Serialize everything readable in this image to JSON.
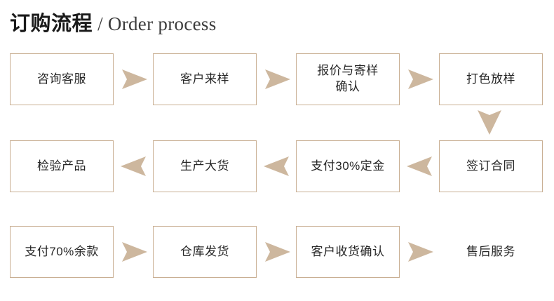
{
  "page": {
    "title_zh": "订购流程",
    "title_en": " / Order process",
    "accent_color": "#c9af93",
    "arrow_color": "#cdb79e",
    "text_color": "#262626",
    "background": "#ffffff"
  },
  "flow": {
    "rows": [
      {
        "direction": "left-to-right",
        "steps": [
          {
            "label": "咨询客服",
            "boxed": true
          },
          {
            "label": "客户来样",
            "boxed": true
          },
          {
            "label": "报价与寄样\n确认",
            "boxed": true
          },
          {
            "label": "打色放样",
            "boxed": true
          }
        ],
        "connectors": [
          "arrow-right",
          "arrow-right",
          "arrow-right"
        ]
      },
      {
        "direction": "right-to-left",
        "steps": [
          {
            "label": "检验产品",
            "boxed": true
          },
          {
            "label": "生产大货",
            "boxed": true
          },
          {
            "label": "支付30%定金",
            "boxed": true
          },
          {
            "label": "签订合同",
            "boxed": true
          }
        ],
        "connectors": [
          "arrow-left",
          "arrow-left",
          "arrow-left"
        ]
      },
      {
        "direction": "left-to-right",
        "steps": [
          {
            "label": "支付70%余款",
            "boxed": true
          },
          {
            "label": "仓库发货",
            "boxed": true
          },
          {
            "label": "客户收货确认",
            "boxed": true
          },
          {
            "label": "售后服务",
            "boxed": false
          }
        ],
        "connectors": [
          "arrow-right",
          "arrow-right",
          "arrow-right"
        ]
      }
    ],
    "row_connector": "arrow-down"
  }
}
